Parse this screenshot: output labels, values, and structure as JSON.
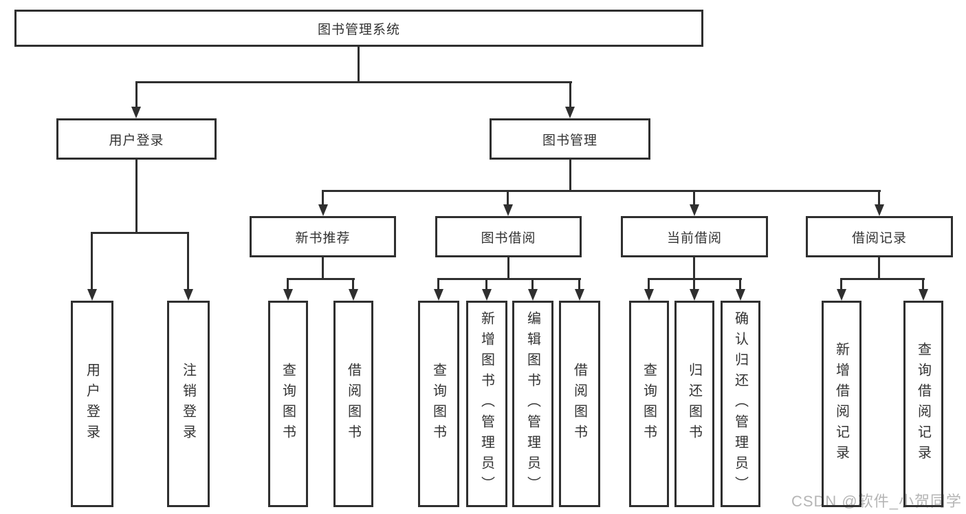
{
  "colors": {
    "line": "#2f2f2f",
    "text": "#333333",
    "background": "#ffffff",
    "watermark": "#b5b5b5"
  },
  "chart_type": "tree-diagram",
  "tree": {
    "root": {
      "label": "图书管理系统"
    },
    "branches": [
      {
        "label": "用户登录",
        "children": [
          {
            "label": "用户登录"
          },
          {
            "label": "注销登录"
          }
        ]
      },
      {
        "label": "图书管理",
        "children": [
          {
            "label": "新书推荐",
            "children": [
              {
                "label": "查询图书"
              },
              {
                "label": "借阅图书"
              }
            ]
          },
          {
            "label": "图书借阅",
            "children": [
              {
                "label": "查询图书"
              },
              {
                "label": "新增图书（管理员）"
              },
              {
                "label": "编辑图书（管理员）"
              },
              {
                "label": "借阅图书"
              }
            ]
          },
          {
            "label": "当前借阅",
            "children": [
              {
                "label": "查询图书"
              },
              {
                "label": "归还图书"
              },
              {
                "label": "确认归还（管理员）"
              }
            ]
          },
          {
            "label": "借阅记录",
            "children": [
              {
                "label": "新增借阅记录"
              },
              {
                "label": "查询借阅记录"
              }
            ]
          }
        ]
      }
    ]
  },
  "watermark": {
    "text": "CSDN @软件_小贺同学"
  }
}
